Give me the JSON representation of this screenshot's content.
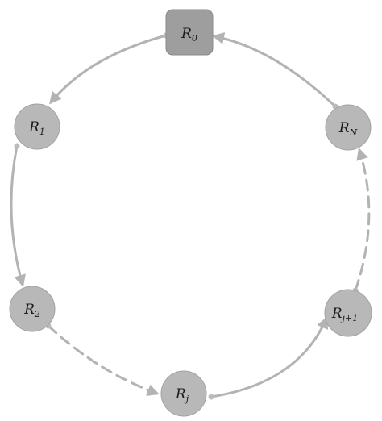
{
  "nodes": {
    "r0": {
      "main": "R",
      "sub": "0"
    },
    "r1": {
      "main": "R",
      "sub": "1"
    },
    "r2": {
      "main": "R",
      "sub": "2"
    },
    "rj": {
      "main": "R",
      "sub": "j"
    },
    "rj1": {
      "main": "R",
      "sub": "j+1"
    },
    "rn": {
      "main": "R",
      "sub": "N"
    }
  },
  "colors": {
    "node_fill": "#b8b8b8",
    "start_node_fill": "#9e9e9e",
    "edge": "#b3b3b3"
  },
  "edges": [
    {
      "from": "r0",
      "to": "r1",
      "style": "solid"
    },
    {
      "from": "r1",
      "to": "r2",
      "style": "solid"
    },
    {
      "from": "r2",
      "to": "rj",
      "style": "dashed"
    },
    {
      "from": "rj",
      "to": "rj1",
      "style": "solid"
    },
    {
      "from": "rj1",
      "to": "rn",
      "style": "dashed"
    },
    {
      "from": "rn",
      "to": "r0",
      "style": "solid"
    }
  ]
}
